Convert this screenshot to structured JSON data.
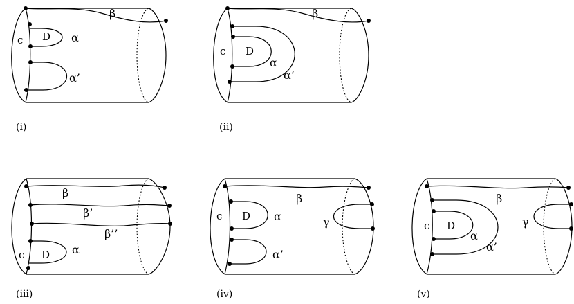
{
  "panels": [
    {
      "id": "i",
      "caption": "(i)",
      "labels": {
        "c": "c",
        "D": "D",
        "alpha": "α",
        "alpha_prime": "α’",
        "beta": "β"
      }
    },
    {
      "id": "ii",
      "caption": "(ii)",
      "labels": {
        "c": "c",
        "D": "D",
        "alpha": "α",
        "alpha_prime": "α’",
        "beta": "β"
      }
    },
    {
      "id": "iii",
      "caption": "(iii)",
      "labels": {
        "c": "c",
        "D": "D",
        "alpha": "α",
        "beta": "β",
        "beta_prime": "β’",
        "beta_dprime": "β’’"
      }
    },
    {
      "id": "iv",
      "caption": "(iv)",
      "labels": {
        "c": "c",
        "D": "D",
        "alpha": "α",
        "alpha_prime": "α’",
        "beta": "β",
        "gamma": "γ"
      }
    },
    {
      "id": "v",
      "caption": "(v)",
      "labels": {
        "c": "c",
        "D": "D",
        "alpha": "α",
        "alpha_prime": "α’",
        "beta": "β",
        "gamma": "γ"
      }
    }
  ]
}
